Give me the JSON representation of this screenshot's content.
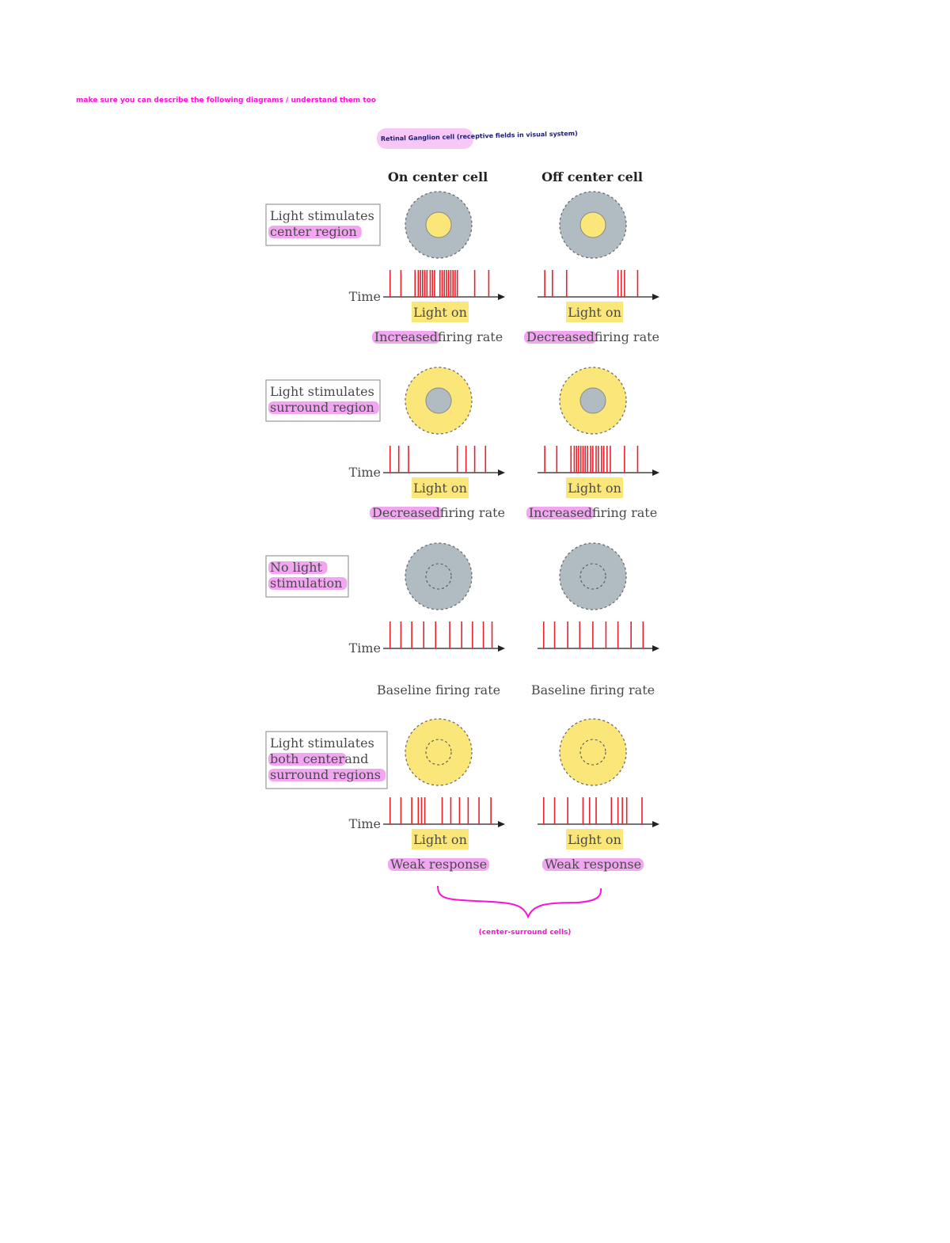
{
  "annotations": {
    "top_note": "make sure you can describe the following diagrams / understand them too",
    "subtitle_note": "Retinal Ganglion cell (receptive fields in visual system)",
    "bottom_note": "(center-surround cells)"
  },
  "columns": {
    "on": "On center cell",
    "off": "Off center cell"
  },
  "time_label": "Time",
  "light_on_label": "Light on",
  "colors": {
    "gray": "#b1bcc2",
    "yellow": "#fbe67a",
    "spike": "#e8202a",
    "highlight": "#ee88ee",
    "ink_pink": "#ff10d8",
    "ink_navy": "#1b1b7a"
  },
  "rows": [
    {
      "label_lines": [
        "Light stimulates",
        "center region"
      ],
      "label_highlight": [
        false,
        true
      ],
      "center_color": "yellow",
      "surround_color": "gray",
      "inner_dashed": false,
      "show_light_on": true,
      "on_result": {
        "hl": "Increased",
        "rest": " firing rate"
      },
      "off_result": {
        "hl": "Decreased",
        "rest": " firing rate"
      },
      "on_spikes": [
        0.02,
        0.12,
        0.25,
        0.28,
        0.3,
        0.32,
        0.34,
        0.36,
        0.39,
        0.41,
        0.43,
        0.48,
        0.5,
        0.52,
        0.54,
        0.56,
        0.58,
        0.6,
        0.62,
        0.64,
        0.8,
        0.93
      ],
      "off_spikes": [
        0.03,
        0.1,
        0.23,
        0.7,
        0.73,
        0.76,
        0.88
      ]
    },
    {
      "label_lines": [
        "Light stimulates",
        "surround region"
      ],
      "label_highlight": [
        false,
        true
      ],
      "center_color": "gray",
      "surround_color": "yellow",
      "inner_dashed": false,
      "show_light_on": true,
      "on_result": {
        "hl": "Decreased",
        "rest": " firing rate"
      },
      "off_result": {
        "hl": "Increased",
        "rest": " firing rate"
      },
      "on_spikes": [
        0.02,
        0.1,
        0.19,
        0.64,
        0.72,
        0.8,
        0.9
      ],
      "off_spikes": [
        0.03,
        0.14,
        0.27,
        0.3,
        0.32,
        0.34,
        0.36,
        0.38,
        0.4,
        0.42,
        0.45,
        0.47,
        0.5,
        0.52,
        0.55,
        0.57,
        0.6,
        0.63,
        0.76,
        0.88
      ]
    },
    {
      "label_lines": [
        "No light",
        "stimulation"
      ],
      "label_highlight": [
        true,
        true
      ],
      "center_color": "gray",
      "surround_color": "gray",
      "inner_dashed": true,
      "show_light_on": false,
      "on_result": {
        "hl": "",
        "rest": "Baseline firing rate"
      },
      "off_result": {
        "hl": "",
        "rest": "Baseline firing rate"
      },
      "on_spikes": [
        0.02,
        0.12,
        0.22,
        0.33,
        0.44,
        0.57,
        0.68,
        0.78,
        0.88,
        0.96
      ],
      "off_spikes": [
        0.02,
        0.12,
        0.24,
        0.35,
        0.47,
        0.59,
        0.7,
        0.82,
        0.93
      ]
    },
    {
      "label_lines": [
        "Light stimulates",
        "both center and",
        "surround regions"
      ],
      "label_highlight": [
        false,
        "partial",
        true
      ],
      "partial_hl": "both center",
      "partial_rest": " and",
      "center_color": "yellow",
      "surround_color": "yellow",
      "inner_dashed": true,
      "show_light_on": true,
      "on_result": {
        "hl": "Weak response",
        "rest": ""
      },
      "off_result": {
        "hl": "Weak response",
        "rest": ""
      },
      "on_spikes": [
        0.02,
        0.12,
        0.22,
        0.28,
        0.31,
        0.34,
        0.5,
        0.58,
        0.66,
        0.74,
        0.84,
        0.95
      ],
      "off_spikes": [
        0.02,
        0.12,
        0.24,
        0.38,
        0.44,
        0.5,
        0.64,
        0.7,
        0.74,
        0.78,
        0.92
      ]
    }
  ]
}
